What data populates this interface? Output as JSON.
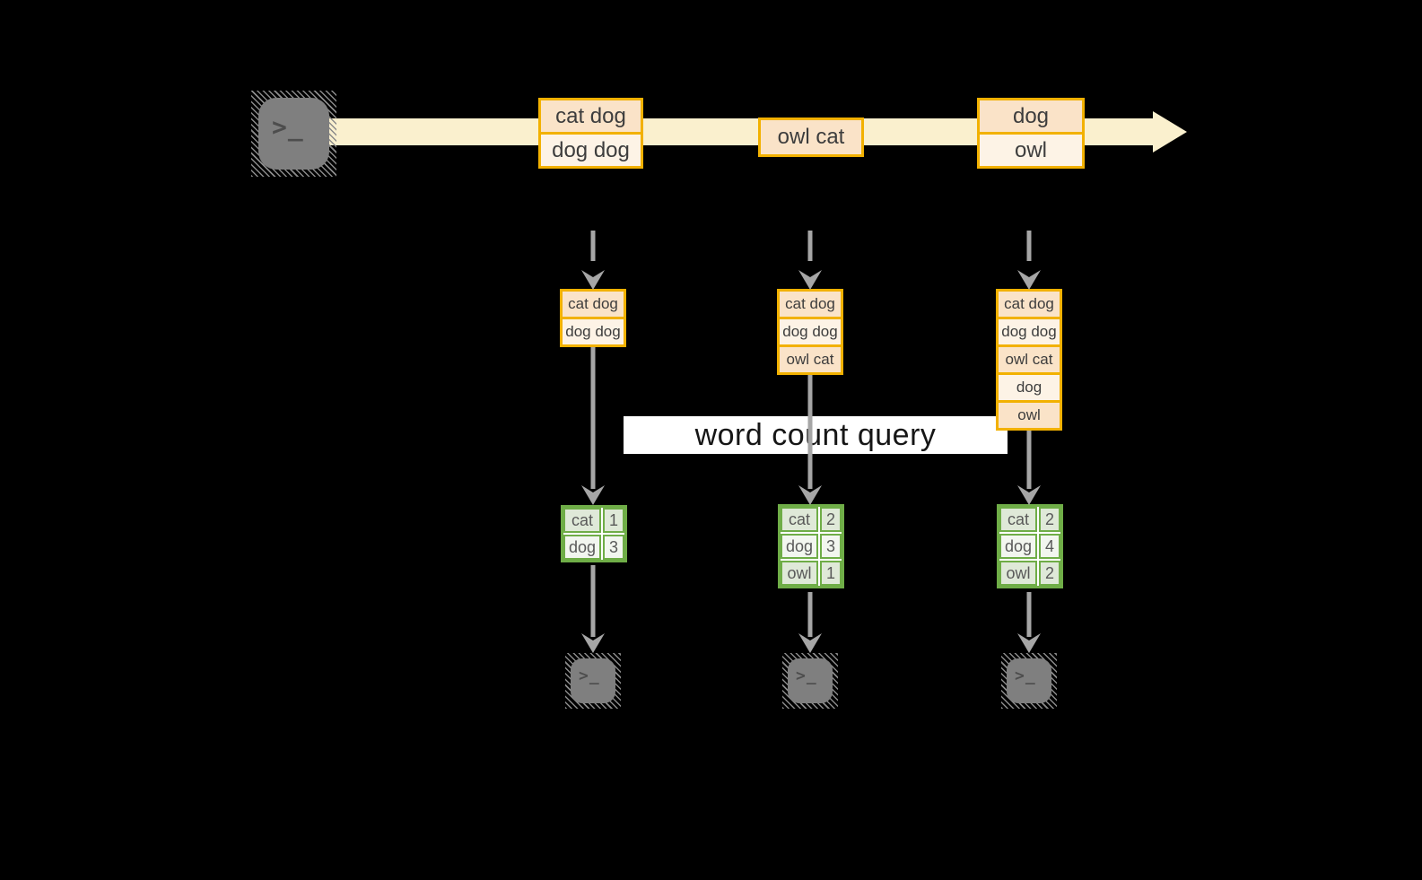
{
  "stream": {
    "events": [
      {
        "lines": [
          "cat dog",
          "dog dog"
        ]
      },
      {
        "lines": [
          "owl cat"
        ]
      },
      {
        "lines": [
          "dog",
          "owl"
        ]
      }
    ]
  },
  "query": {
    "label": "word count query"
  },
  "columns": [
    {
      "micro_batch": [
        "cat dog",
        "dog dog"
      ],
      "counts": [
        {
          "word": "cat",
          "count": "1"
        },
        {
          "word": "dog",
          "count": "3"
        }
      ]
    },
    {
      "micro_batch": [
        "cat dog",
        "dog dog",
        "owl cat"
      ],
      "counts": [
        {
          "word": "cat",
          "count": "2"
        },
        {
          "word": "dog",
          "count": "3"
        },
        {
          "word": "owl",
          "count": "1"
        }
      ]
    },
    {
      "micro_batch": [
        "cat dog",
        "dog dog",
        "owl cat",
        "dog",
        "owl"
      ],
      "counts": [
        {
          "word": "cat",
          "count": "2"
        },
        {
          "word": "dog",
          "count": "4"
        },
        {
          "word": "owl",
          "count": "2"
        }
      ]
    }
  ],
  "terminal": {
    "glyph": ">_"
  },
  "colors": {
    "background": "#000000",
    "stream_band": "#FAF0CE",
    "event_border": "#F2B100",
    "event_fill_dark": "#FAE3C8",
    "event_fill_light": "#FDF3E6",
    "table_border": "#6FAD47",
    "table_fill_dark": "#DFE9D8",
    "table_fill_light": "#F2F6EF",
    "arrow_gray": "#A6A6A6",
    "terminal_gray": "#7F7F7F"
  }
}
